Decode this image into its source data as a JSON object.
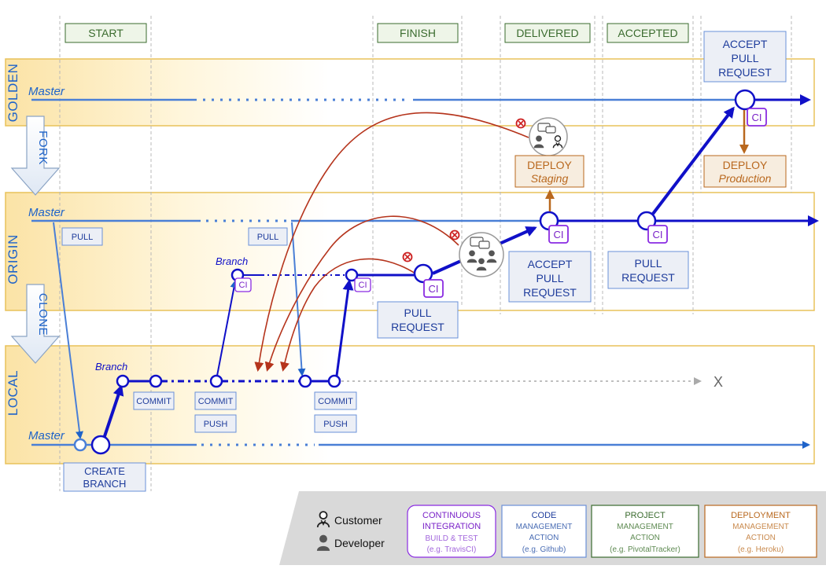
{
  "phases": {
    "start": "START",
    "finish": "FINISH",
    "delivered": "DELIVERED",
    "accepted": "ACCEPTED"
  },
  "lanes": {
    "golden": "GOLDEN",
    "origin": "ORIGIN",
    "local": "LOCAL"
  },
  "transitions": {
    "fork": "FORK",
    "clone": "CLONE"
  },
  "labels": {
    "master": "Master",
    "branch": "Branch",
    "end_marker": "X"
  },
  "actions": {
    "pull": "PULL",
    "commit": "COMMIT",
    "push": "PUSH",
    "create_branch": [
      "CREATE",
      "BRANCH"
    ],
    "pull_request": [
      "PULL",
      "REQUEST"
    ],
    "accept_pull_request": [
      "ACCEPT",
      "PULL",
      "REQUEST"
    ],
    "ci": "CI"
  },
  "deploy": {
    "title": "DEPLOY",
    "staging": "Staging",
    "production": "Production"
  },
  "legend": {
    "customer": "Customer",
    "developer": "Developer",
    "ci": {
      "title": [
        "CONTINUOUS",
        "INTEGRATION"
      ],
      "sub": "BUILD & TEST",
      "example": "(e.g. TravisCI)"
    },
    "code": {
      "title": "CODE",
      "sub": [
        "MANAGEMENT",
        "ACTION"
      ],
      "example": "(e.g. Github)"
    },
    "project": {
      "title": "PROJECT",
      "sub": [
        "MANAGEMENT",
        "ACTION"
      ],
      "example": "(e.g. PivotalTracker)"
    },
    "deployment": {
      "title": "DEPLOYMENT",
      "sub": [
        "MANAGEMENT",
        "ACTION"
      ],
      "example": "(e.g. Heroku)"
    }
  },
  "colors": {
    "lane_border": "#e8c25a",
    "code_blue": "#1e63c9",
    "dark_blue": "#1010c8",
    "ci_purple": "#8a2be2",
    "project_green": "#3a6b2e",
    "deploy_orange": "#b9681e",
    "reject_red": "#b5341c"
  }
}
